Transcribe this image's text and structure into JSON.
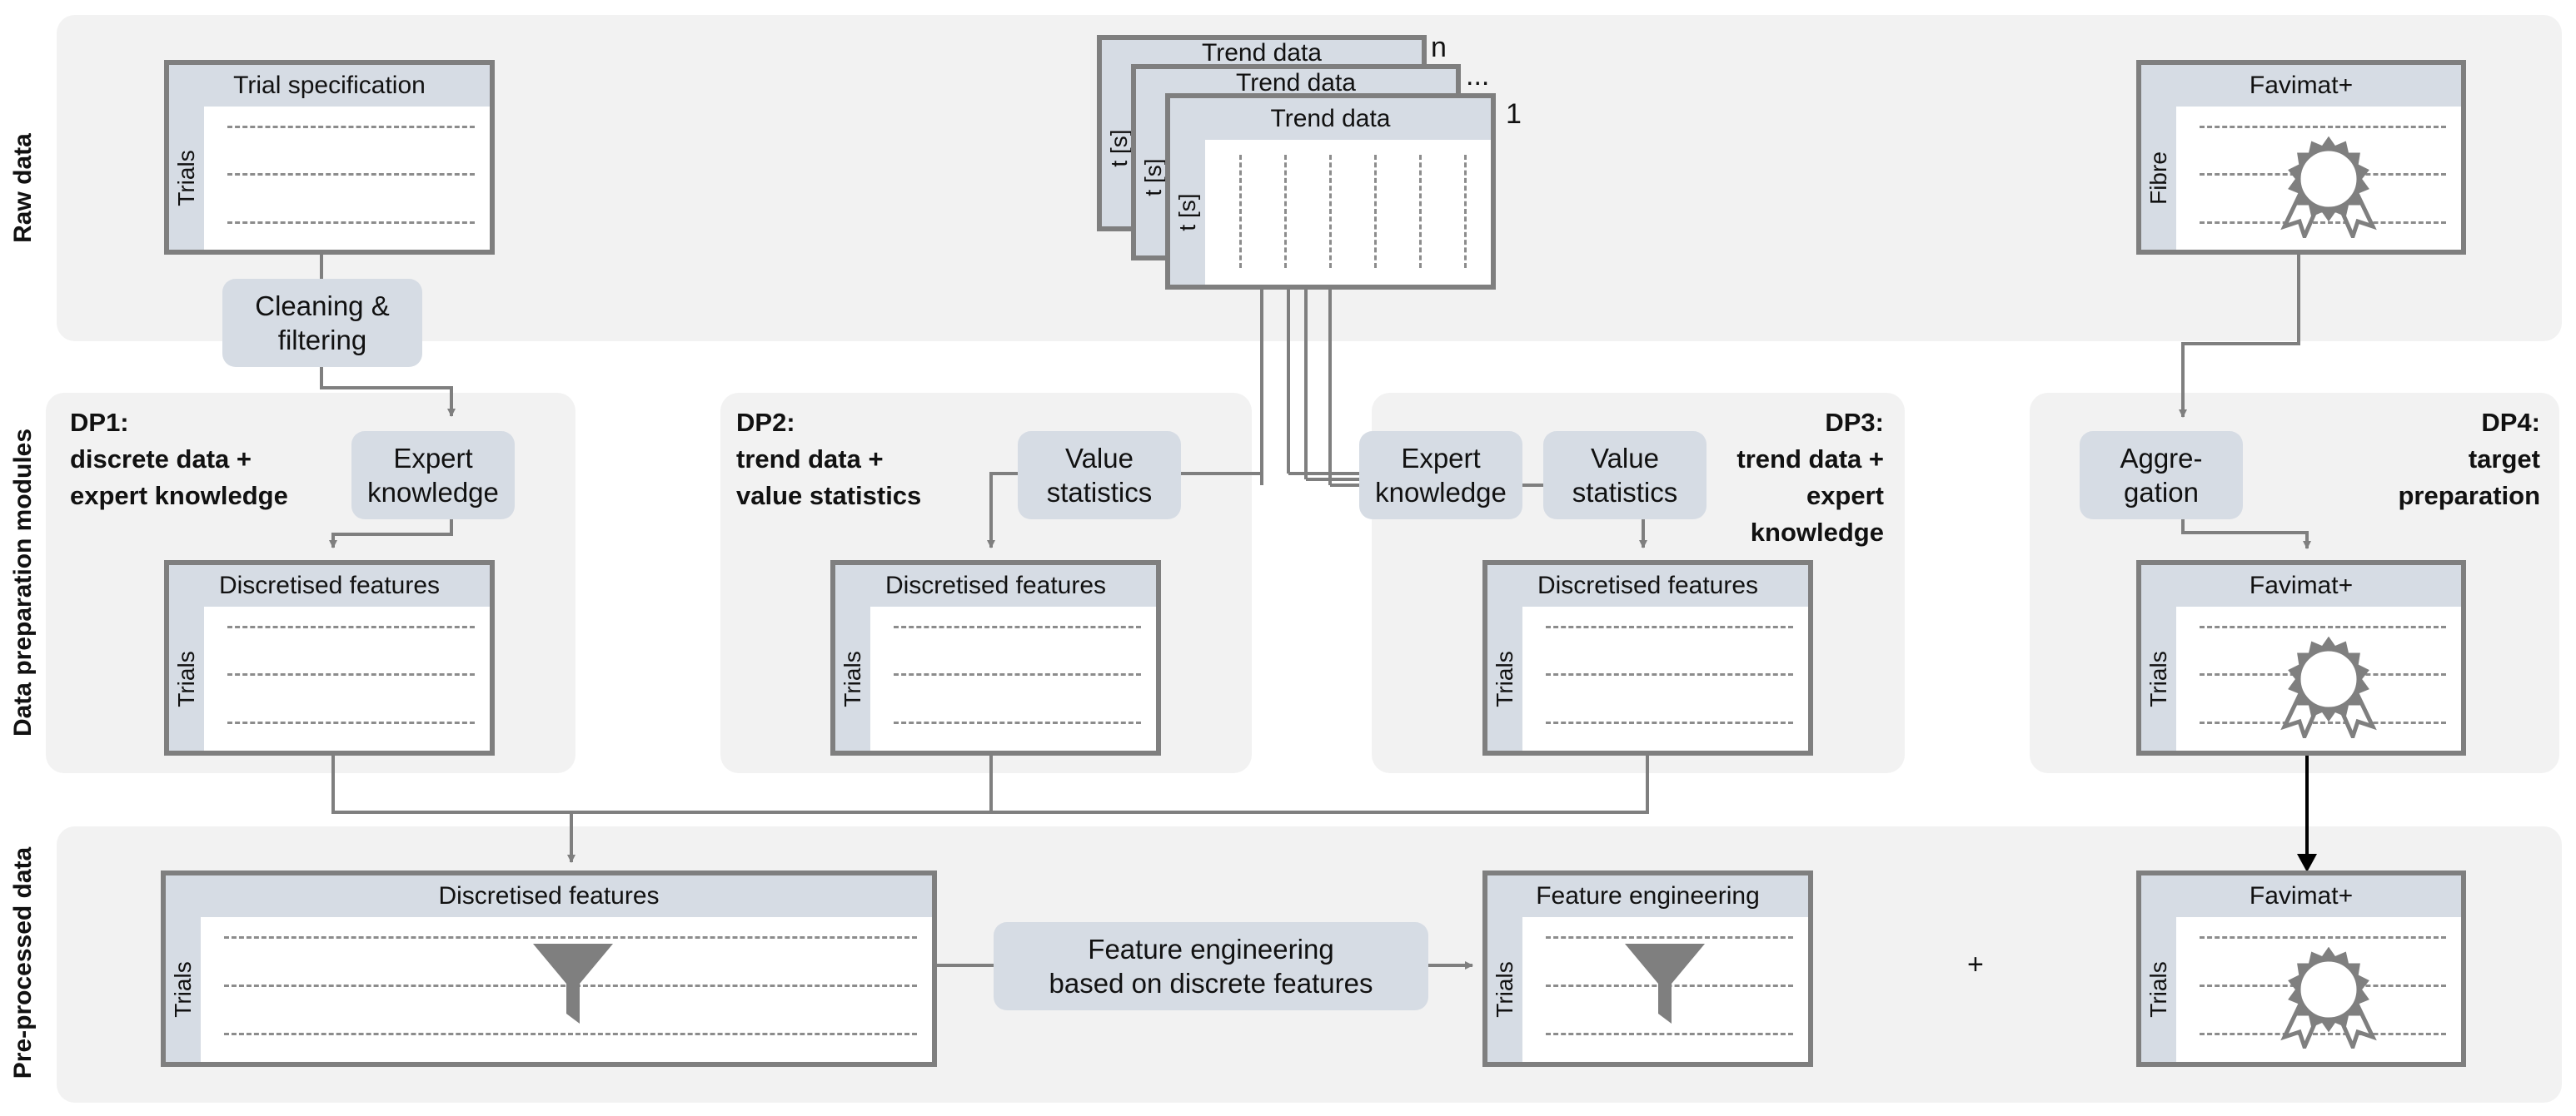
{
  "rows": {
    "raw": "Raw data",
    "prep": "Data preparation modules",
    "pre": "Pre-processed data"
  },
  "modules": {
    "dp1": {
      "id": "DP1:",
      "line1": "discrete data +",
      "line2": "expert knowledge"
    },
    "dp2": {
      "id": "DP2:",
      "line1": "trend data +",
      "line2": "value statistics"
    },
    "dp3": {
      "id": "DP3:",
      "line1": "trend data +",
      "line2": "expert",
      "line3": "knowledge"
    },
    "dp4": {
      "id": "DP4:",
      "line1": "target",
      "line2": "preparation"
    }
  },
  "raw": {
    "trial_spec": {
      "title": "Trial specification",
      "side": "Trials"
    },
    "trend": {
      "title": "Trend data",
      "side": "t [s]",
      "count_n": "n",
      "ellipsis": "...",
      "count_1": "1"
    },
    "favimat": {
      "title": "Favimat+",
      "side": "Fibre"
    }
  },
  "processes": {
    "cleaning": {
      "line1": "Cleaning &",
      "line2": "filtering"
    },
    "expert1": {
      "line1": "Expert",
      "line2": "knowledge"
    },
    "valstats2": {
      "line1": "Value",
      "line2": "statistics"
    },
    "expert3": {
      "line1": "Expert",
      "line2": "knowledge"
    },
    "valstats3": {
      "line1": "Value",
      "line2": "statistics"
    },
    "aggregation": {
      "line1": "Aggre-",
      "line2": "gation"
    },
    "fe_process": {
      "line1": "Feature engineering",
      "line2": "based on discrete features"
    }
  },
  "tables": {
    "disc1": {
      "title": "Discretised features",
      "side": "Trials"
    },
    "disc2": {
      "title": "Discretised features",
      "side": "Trials"
    },
    "disc3": {
      "title": "Discretised features",
      "side": "Trials"
    },
    "fav_dp4": {
      "title": "Favimat+",
      "side": "Trials"
    },
    "disc_pre": {
      "title": "Discretised features",
      "side": "Trials"
    },
    "fe_pre": {
      "title": "Feature engineering",
      "side": "Trials"
    },
    "fav_pre": {
      "title": "Favimat+",
      "side": "Trials"
    }
  },
  "plus": "+",
  "icons": [
    "funnel-icon",
    "rosette-icon"
  ],
  "colors": {
    "band": "#f2f2f2",
    "header": "#d6dce4",
    "border": "#7f7f7f",
    "line": "#7f7f7f",
    "funnel": "#7f7f7f"
  }
}
